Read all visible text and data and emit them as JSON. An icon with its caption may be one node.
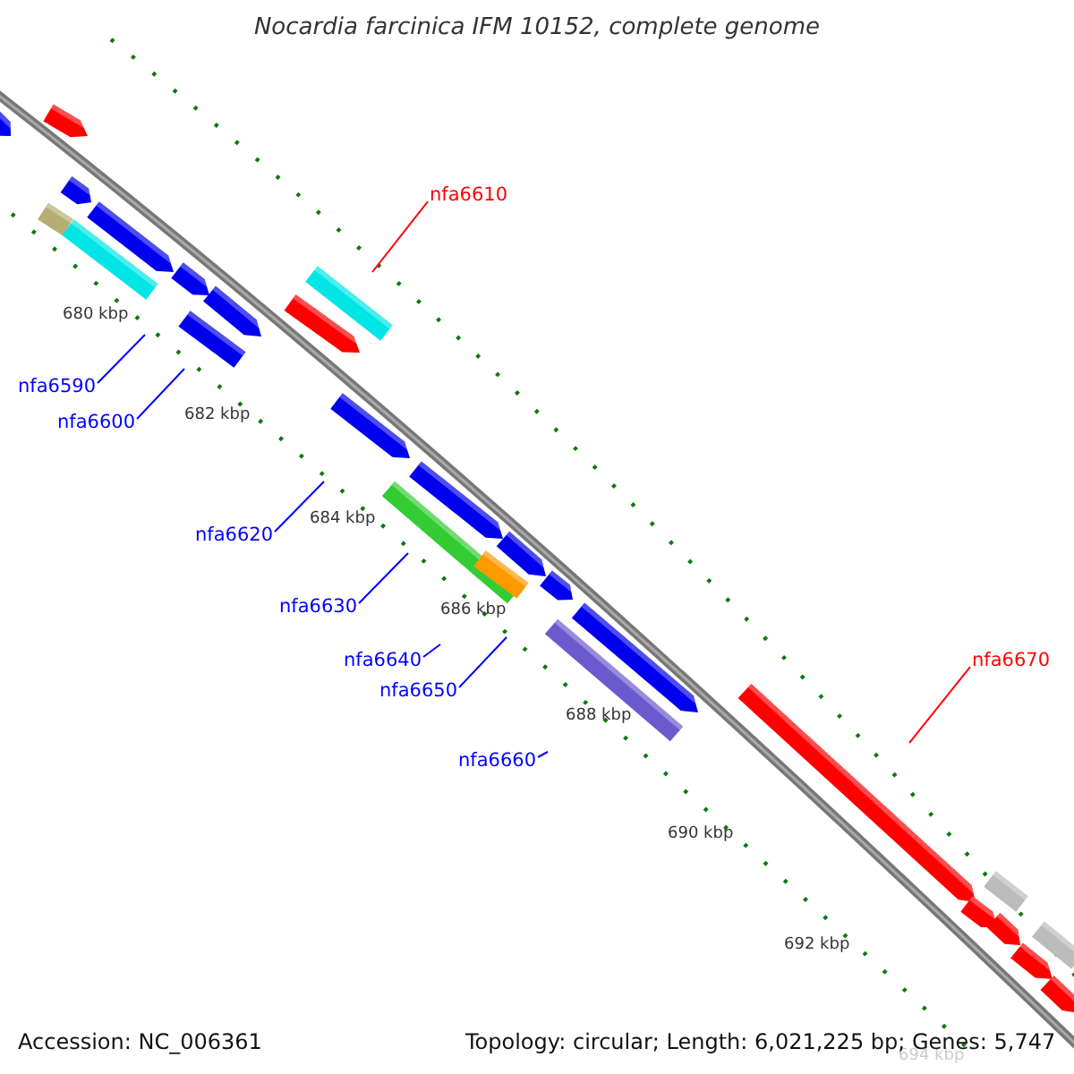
{
  "diagram": {
    "title": "Nocardia farcinica IFM 10152, complete genome",
    "nodes": [
      {
        "text": [
          "nfa6590"
        ]
      },
      {
        "text": [
          "nfa6600"
        ]
      },
      {
        "text": [
          "nfa6610"
        ]
      },
      {
        "text": [
          "nfa6620"
        ]
      },
      {
        "text": [
          "nfa6630"
        ]
      },
      {
        "text": [
          "nfa6640"
        ]
      },
      {
        "text": [
          "nfa6650"
        ]
      },
      {
        "text": [
          "nfa6660"
        ]
      },
      {
        "text": [
          "nfa6670"
        ]
      }
    ],
    "edges": [
      {
        "from": 0,
        "to": null,
        "arrow": "none"
      },
      {
        "from": 1,
        "to": null,
        "arrow": "none"
      },
      {
        "from": 2,
        "to": null,
        "arrow": "none",
        "color": "#ff0000"
      },
      {
        "from": 3,
        "to": null,
        "arrow": "none"
      },
      {
        "from": 4,
        "to": null,
        "arrow": "none"
      },
      {
        "from": 5,
        "to": null,
        "arrow": "none"
      },
      {
        "from": 6,
        "to": null,
        "arrow": "none"
      },
      {
        "from": 7,
        "to": null,
        "arrow": "none"
      },
      {
        "from": 8,
        "to": null,
        "arrow": "none",
        "color": "#ff0000"
      }
    ],
    "labels": [
      "680 kbp",
      "682 kbp",
      "684 kbp",
      "686 kbp",
      "688 kbp",
      "690 kbp",
      "692 kbp",
      "694 kbp",
      "Accession: NC_006361",
      "Topology: circular; Length: 6,021,225 bp; Genes: 5,747"
    ]
  }
}
